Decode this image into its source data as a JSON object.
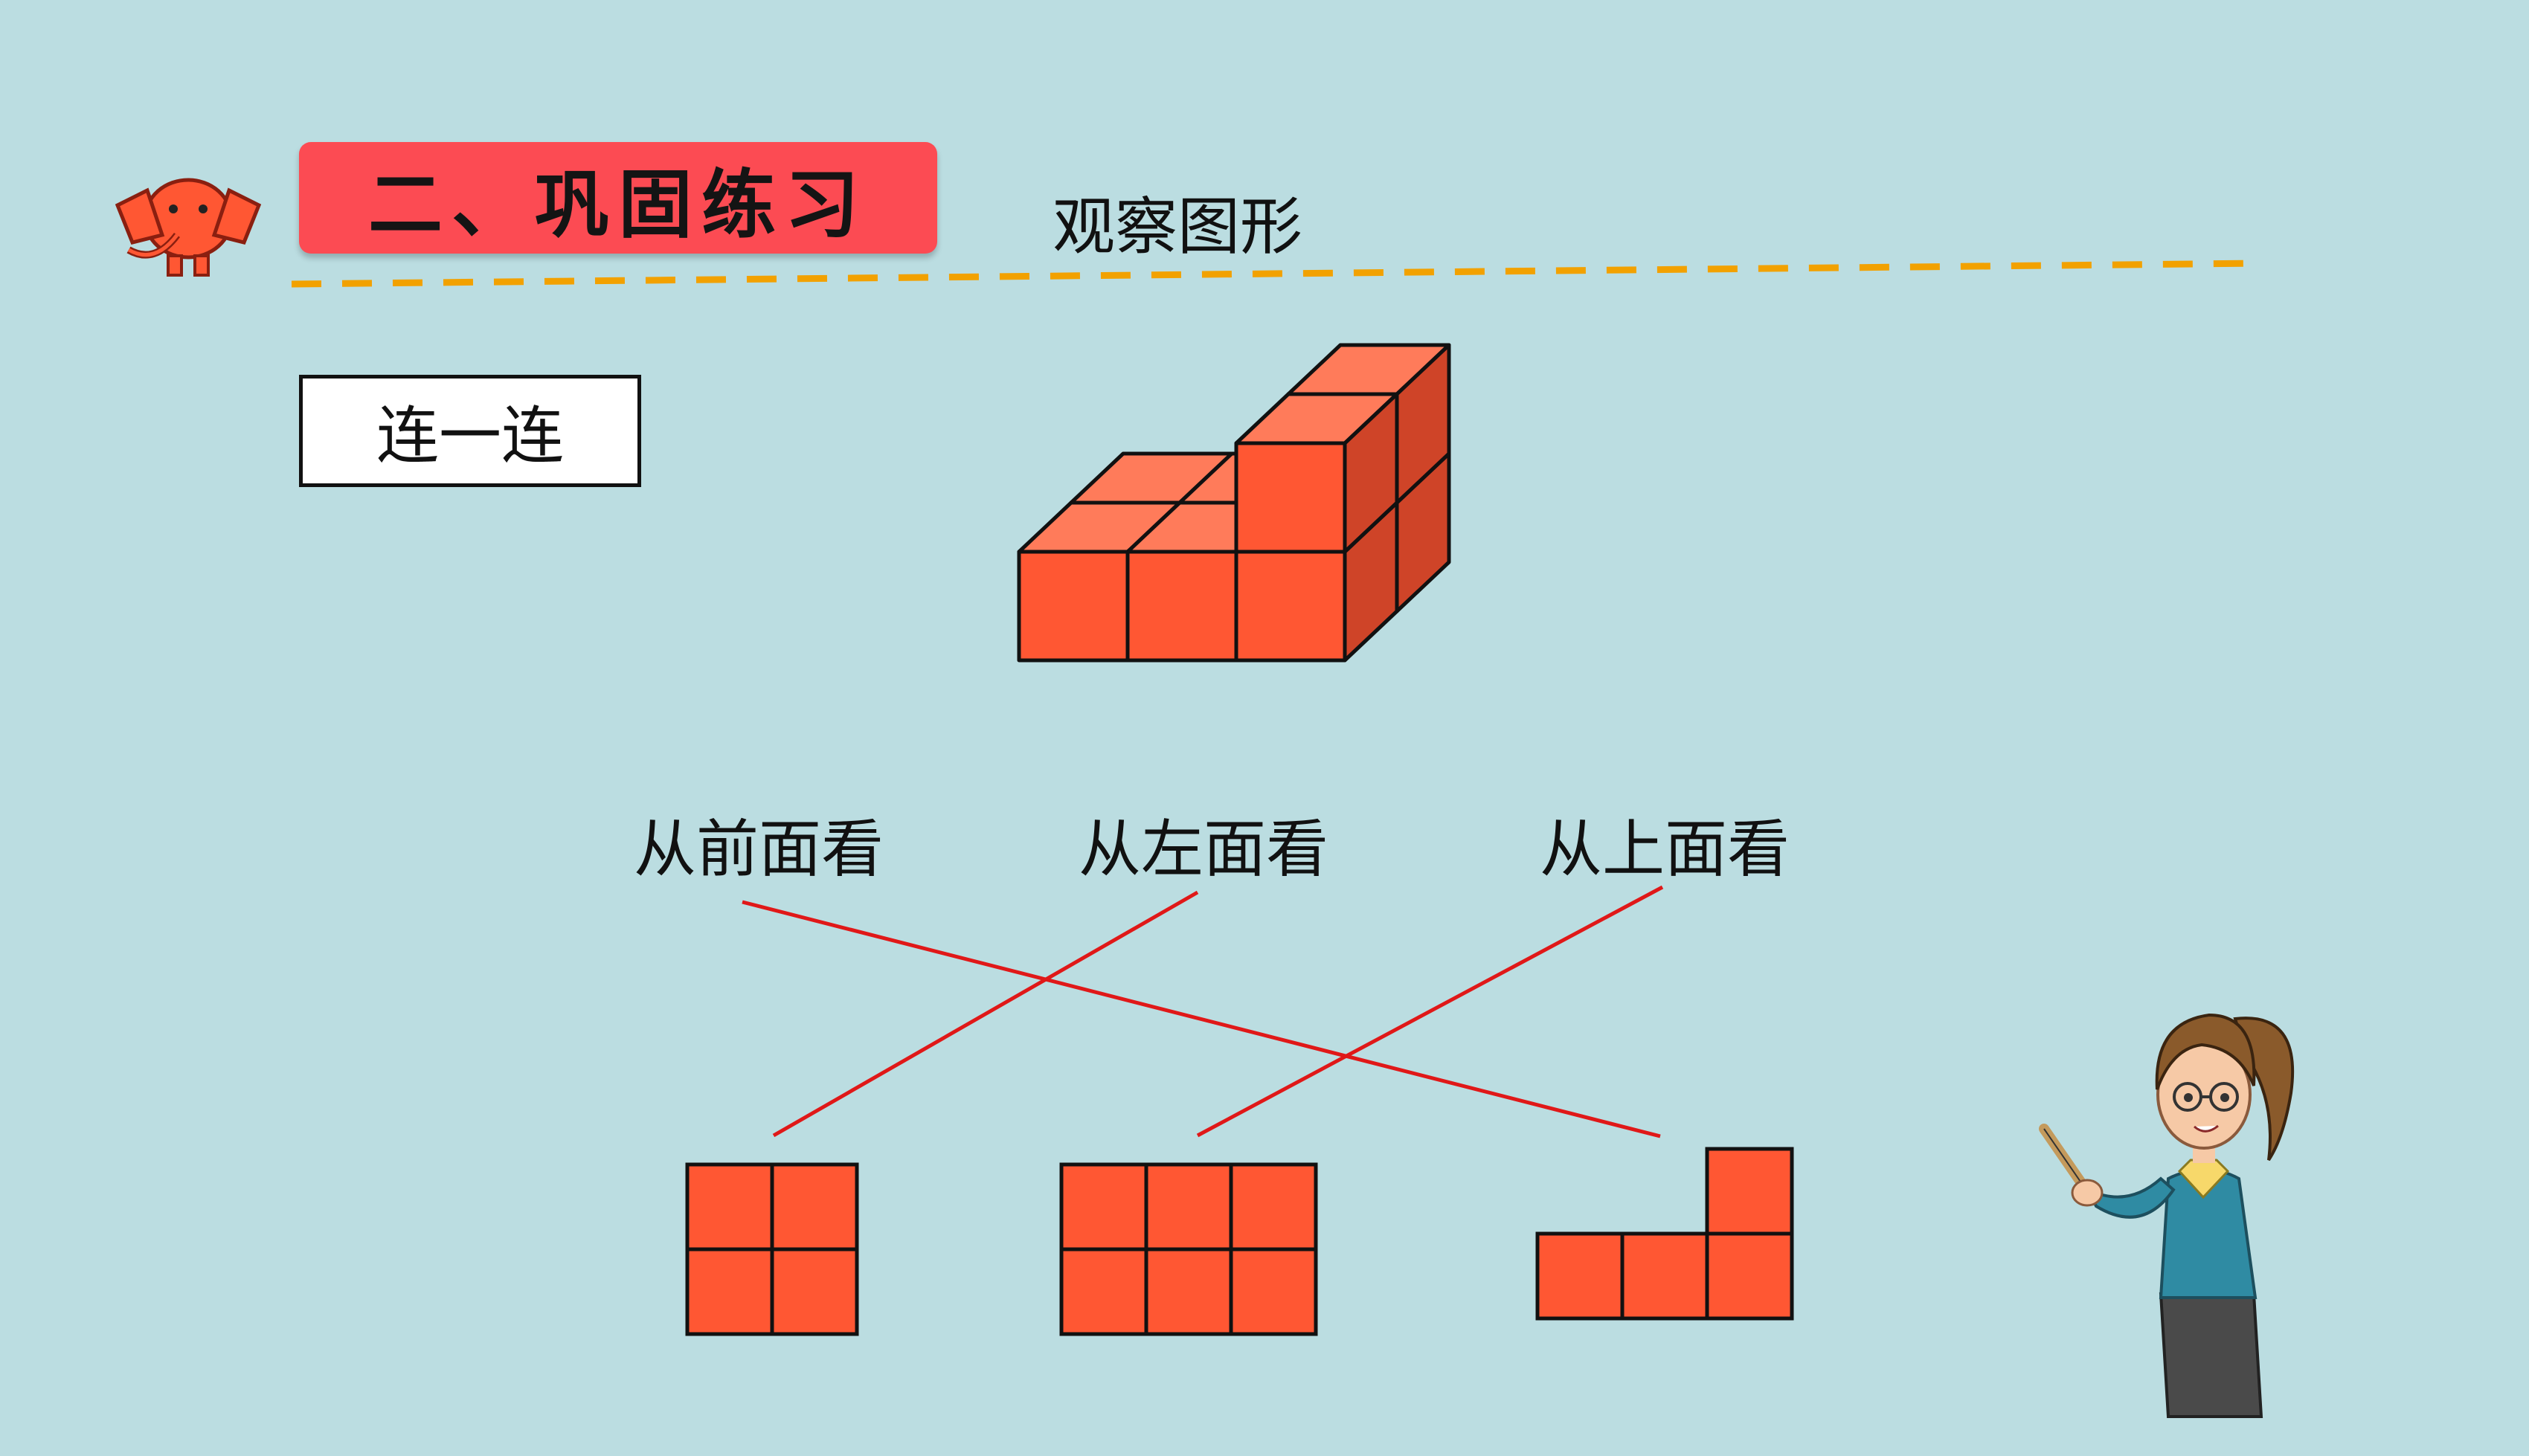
{
  "header": {
    "section_title": "二、巩固练习",
    "topic": "观察图形"
  },
  "exercise": {
    "instruction": "连一连"
  },
  "view_labels": [
    "从前面看",
    "从左面看",
    "从上面看"
  ],
  "answer_shapes": [
    "2x2 squares",
    "2x3 squares",
    "L shape (3 bottom + 1 top right)"
  ],
  "matches": [
    {
      "label": "从前面看",
      "shape": "L shape"
    },
    {
      "label": "从左面看",
      "shape": "2x2 squares"
    },
    {
      "label": "从上面看",
      "shape": "2x3 squares"
    }
  ],
  "colors": {
    "background": "#bbdde1",
    "banner": "#fc4b53",
    "cube_front": "#ff5733",
    "cube_top": "#ff7b5a",
    "cube_side": "#cf4428",
    "dashed_line": "#f2a100",
    "match_line": "#e01818"
  },
  "icons": [
    "elephant-logo-icon",
    "teacher-illustration"
  ]
}
